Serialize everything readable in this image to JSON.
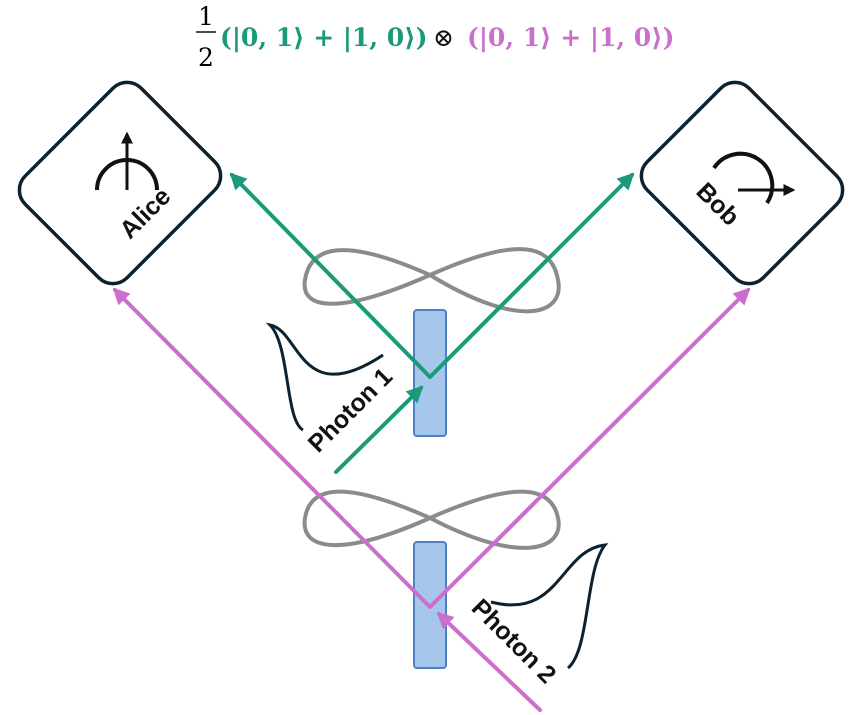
{
  "formula": {
    "frac_num": "1",
    "frac_den": "2",
    "part1": "(|0, 1⟩ + |1, 0⟩)",
    "tensor": "⊗",
    "part2": "(|0, 1⟩ + |1, 0⟩)"
  },
  "alice": {
    "label": "Alice"
  },
  "bob": {
    "label": "Bob"
  },
  "photon1": {
    "label": "Photon 1"
  },
  "photon2": {
    "label": "Photon 2"
  },
  "colors": {
    "green": "#1b9a7a",
    "pink": "#cc6fcc",
    "crystal": "#a7c6ec",
    "crystal_stroke": "#4f7fc7",
    "box_stroke": "#0d2230",
    "loop": "#777777"
  }
}
